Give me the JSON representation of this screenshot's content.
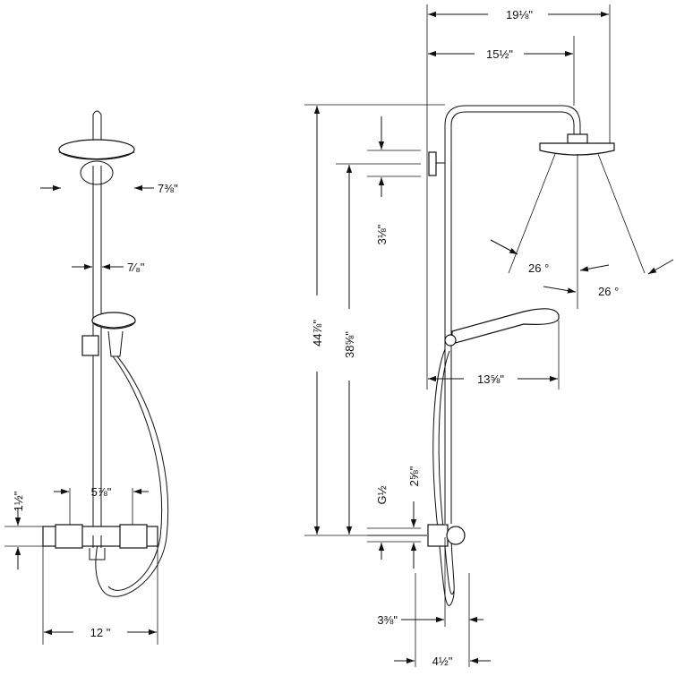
{
  "front_view": {
    "head_width": "7⅜\"",
    "pipe_diameter": "7⁄₈\"",
    "thermostat_height": "1½\"",
    "inlet_spacing": "5⅞\"",
    "total_width": "12 \""
  },
  "side_view": {
    "arm_length_total": "19⅛\"",
    "arm_length": "15½\"",
    "bracket_offset_top": "3⅛\"",
    "total_height": "44⅞\"",
    "height_to_bracket": "38⅝\"",
    "hand_shower_length": "13⅝\"",
    "spray_angle_left": "26 °",
    "spray_angle_right": "26 °",
    "connection_thread": "G½",
    "valve_drop": "2⅝\"",
    "wall_offset": "3⅜\"",
    "valve_depth": "4½\""
  }
}
